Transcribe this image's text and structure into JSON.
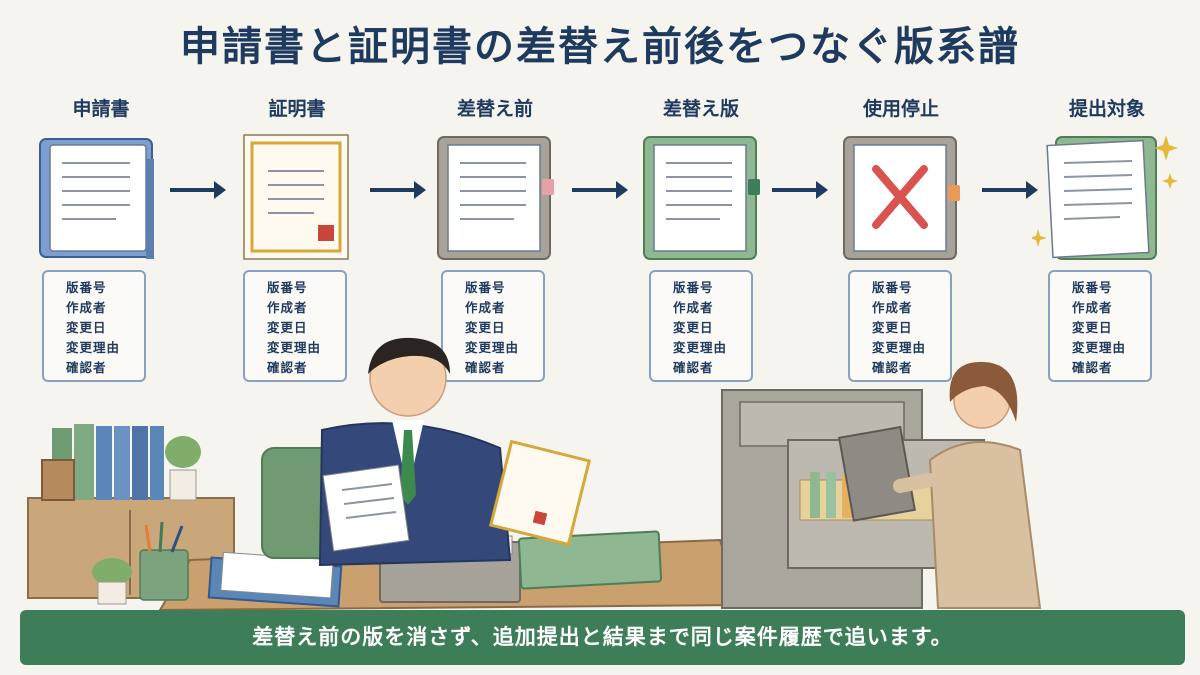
{
  "title": "申請書と証明書の差替え前後をつなぐ版系譜",
  "stages": [
    {
      "label": "申請書",
      "icon": "blue-folder-document-icon"
    },
    {
      "label": "証明書",
      "icon": "certificate-with-seal-icon"
    },
    {
      "label": "差替え前",
      "icon": "gray-folder-pink-tab-icon"
    },
    {
      "label": "差替え版",
      "icon": "green-folder-document-icon"
    },
    {
      "label": "使用停止",
      "icon": "gray-folder-red-x-icon"
    },
    {
      "label": "提出対象",
      "icon": "green-folder-sparkle-icon"
    }
  ],
  "meta_fields": [
    "版番号",
    "作成者",
    "変更日",
    "変更理由",
    "確認者"
  ],
  "footer": "差替え前の版を消さず、追加提出と結果まで同じ案件履歴で追います。",
  "colors": {
    "navy": "#1f3a5f",
    "green": "#3d7d58",
    "blue_folder": "#7d9fcf",
    "green_folder": "#8fb892",
    "gray_folder": "#a7a39b",
    "red_x": "#d9534f"
  }
}
